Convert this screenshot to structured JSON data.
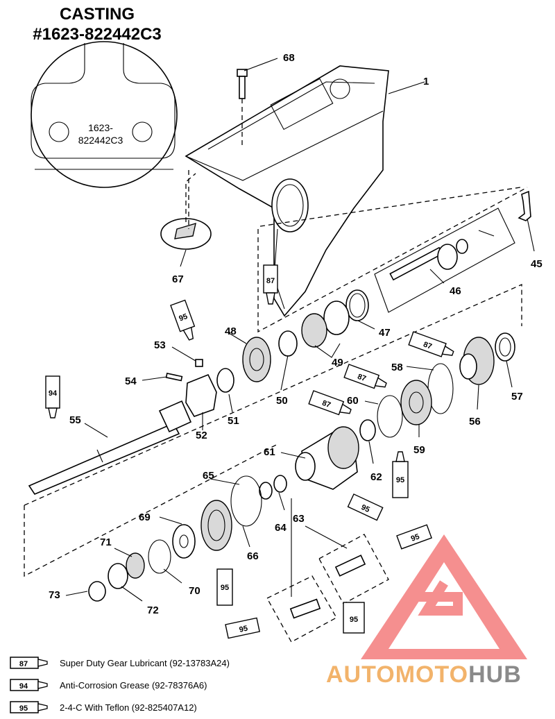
{
  "title": {
    "line1": "CASTING",
    "line2": "#1623-822442C3"
  },
  "inset": {
    "line1": "1623-",
    "line2": "822442C3"
  },
  "callouts": {
    "c1": "1",
    "c45": "45",
    "c46": "46",
    "c47": "47",
    "c48": "48",
    "c49": "49",
    "c50": "50",
    "c51": "51",
    "c52": "52",
    "c53": "53",
    "c54": "54",
    "c55": "55",
    "c56": "56",
    "c57": "57",
    "c58": "58",
    "c59": "59",
    "c60": "60",
    "c61": "61",
    "c62": "62",
    "c63": "63",
    "c64": "64",
    "c65": "65",
    "c66": "66",
    "c67": "67",
    "c68": "68",
    "c69": "69",
    "c70": "70",
    "c71": "71",
    "c72": "72",
    "c73": "73"
  },
  "tubes": {
    "t87": "87",
    "t94": "94",
    "t95": "95"
  },
  "legend": [
    {
      "code": "87",
      "text": "Super Duty Gear Lubricant (92-13783A24)"
    },
    {
      "code": "94",
      "text": "Anti-Corrosion Grease (92-78376A6)"
    },
    {
      "code": "95",
      "text": "2-4-C  With Teflon (92-825407A12)"
    }
  ],
  "watermark": {
    "auto": "AUTO",
    "moto": "MOTO",
    "hub": "HUB",
    "colors": {
      "triangle": "#f26a6a",
      "auto": "#f2b36b",
      "hub": "#8a8a8a"
    }
  }
}
